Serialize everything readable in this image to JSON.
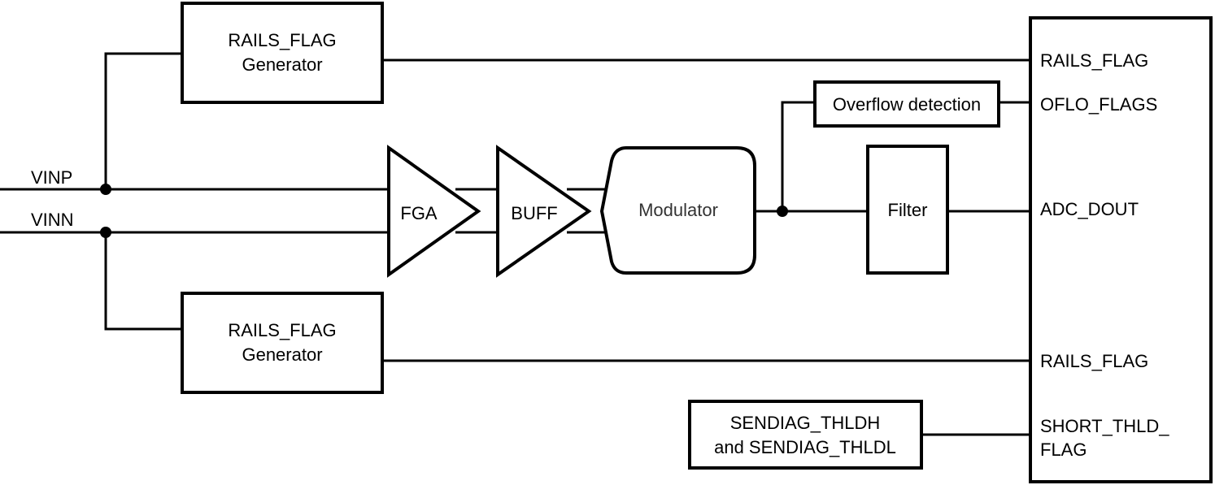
{
  "inputs": {
    "vinp": "VINP",
    "vinn": "VINN"
  },
  "rails_generator_top": {
    "line1": "RAILS_FLAG",
    "line2": "Generator"
  },
  "rails_generator_bottom": {
    "line1": "RAILS_FLAG",
    "line2": "Generator"
  },
  "fga": "FGA",
  "buff": "BUFF",
  "modulator": "Modulator",
  "overflow": "Overflow detection",
  "filter": "Filter",
  "sendiag": {
    "line1": "SENDIAG_THLDH",
    "line2": "and SENDIAG_THLDL"
  },
  "outputs": {
    "rails_flag_top": "RAILS_FLAG",
    "oflo_flags": "OFLO_FLAGS",
    "adc_dout": "ADC_DOUT",
    "rails_flag_bottom": "RAILS_FLAG",
    "short_line1": "SHORT_THLD_",
    "short_line2": "FLAG"
  }
}
